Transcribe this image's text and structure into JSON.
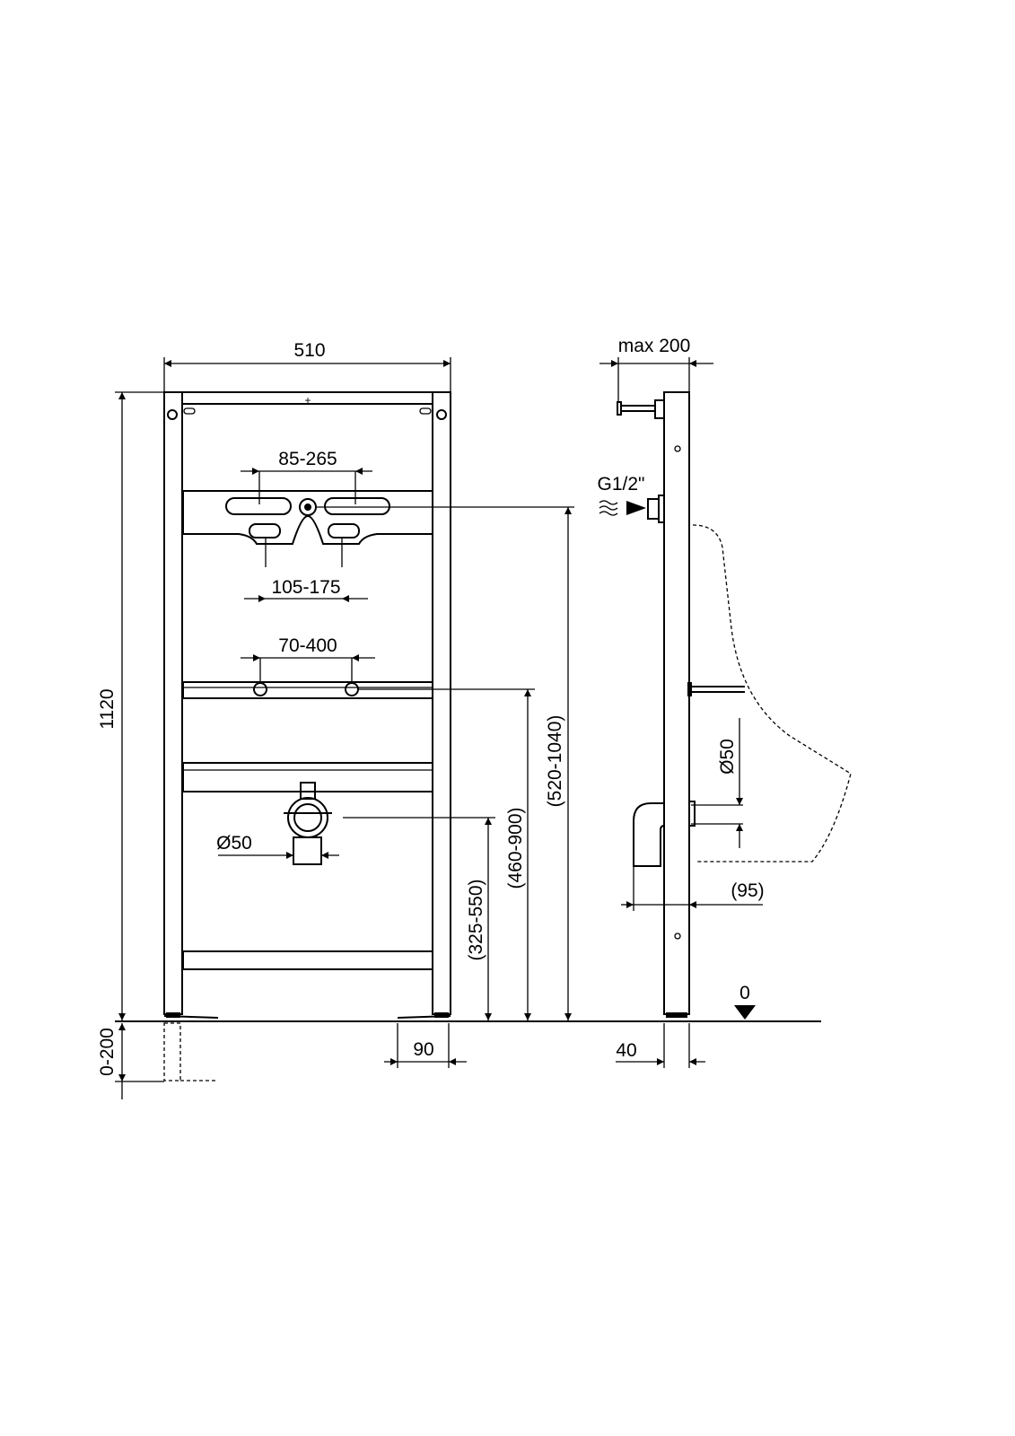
{
  "front_view": {
    "width": "510",
    "height": "1120",
    "foot_adjust": "0-200",
    "foot_spacing": "90",
    "top_slots": "85-265",
    "lower_slots": "105-175",
    "rail_holes": "70-400",
    "drain_diameter": "Ø50",
    "drain_height": "(325-550)",
    "rail_height": "(460-900)",
    "bracket_height": "(520-1040)"
  },
  "side_view": {
    "max_depth": "max 200",
    "water_inlet": "G1/2\"",
    "drain_diameter": "Ø50",
    "drain_offset": "(95)",
    "floor_level": "0",
    "frame_depth": "40"
  },
  "colors": {
    "line": "#000000",
    "background": "#ffffff"
  }
}
